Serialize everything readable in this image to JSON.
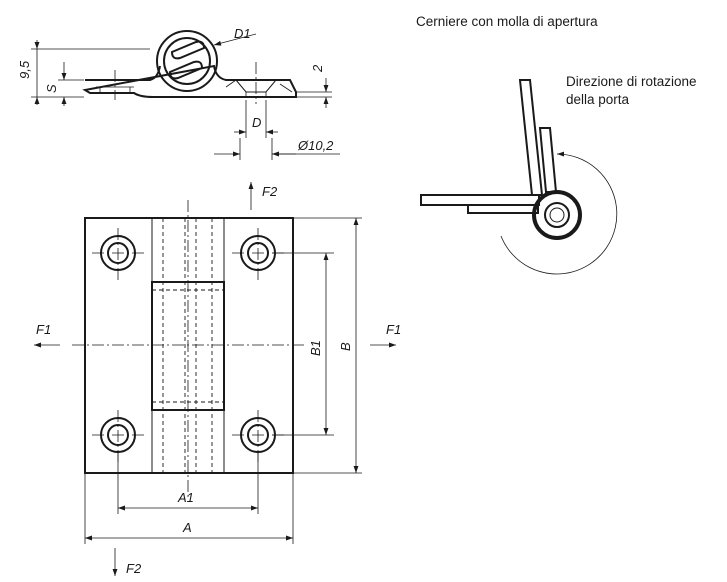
{
  "captions": {
    "title": "Cerniere con molla di apertura",
    "rotation_line1": "Direzione di rotazione",
    "rotation_line2": "della porta"
  },
  "side_view": {
    "dim_d1": "D1",
    "dim_95": "9,5",
    "dim_s": "S",
    "dim_2": "2",
    "dim_d": "D",
    "dim_phi": "Ø10,2"
  },
  "front_view": {
    "force_f2_top": "F2",
    "force_f2_bottom": "F2",
    "force_f1_left": "F1",
    "force_f1_right": "F1",
    "dim_b1": "B1",
    "dim_b": "B",
    "dim_a1": "A1",
    "dim_a": "A"
  }
}
